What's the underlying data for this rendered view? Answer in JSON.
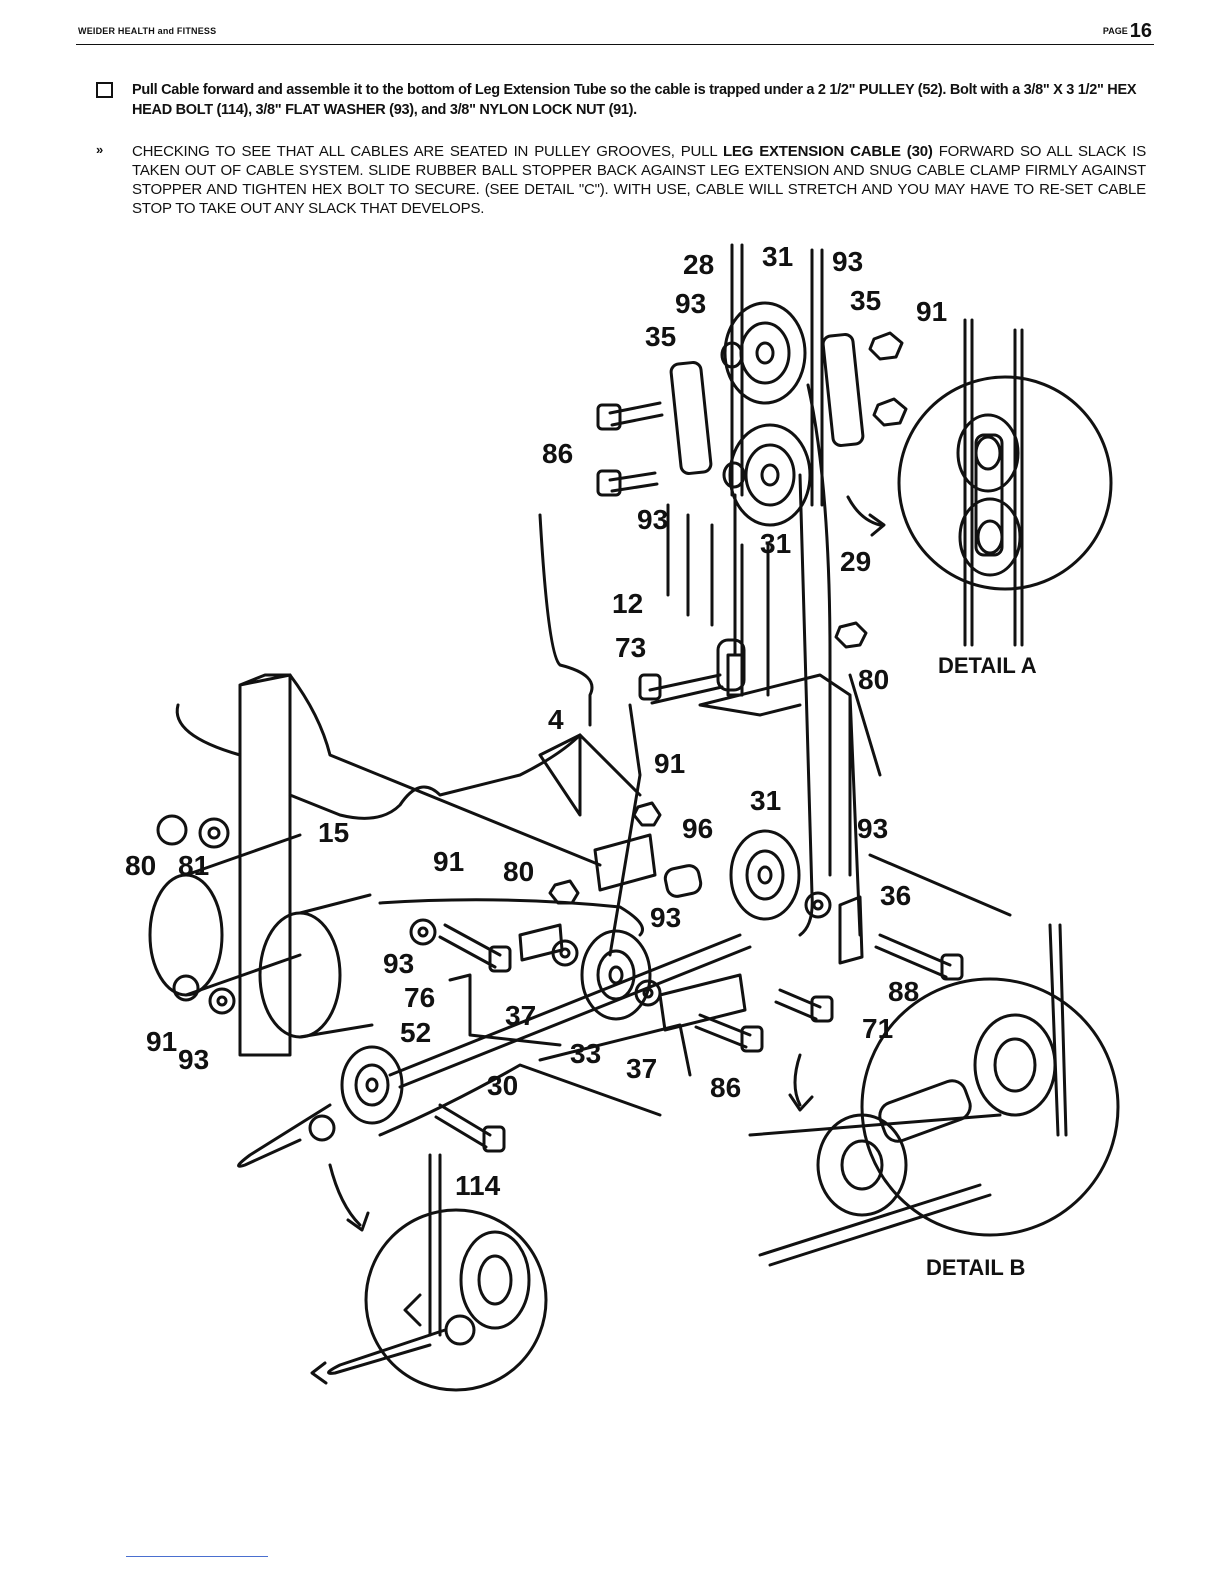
{
  "header": {
    "left": "WEIDER HEALTH and FITNESS",
    "page_label": "PAGE",
    "page_number": "16"
  },
  "step": {
    "checkbox_checked": false,
    "text": "Pull Cable forward and assemble it to the bottom of Leg Extension Tube so the cable is trapped under a 2 1/2\" PULLEY (52). Bolt with a 3/8\" X 3 1/2\" HEX HEAD BOLT (114), 3/8\" FLAT WASHER (93), and 3/8\" NYLON LOCK NUT (91)."
  },
  "note": {
    "bullet": "»",
    "text_1": "CHECKING TO SEE THAT ALL CABLES ARE SEATED IN PULLEY GROOVES, PULL ",
    "text_bold": "LEG EXTENSION CABLE (30)",
    "text_2": " FORWARD SO ALL SLACK IS TAKEN OUT OF CABLE SYSTEM. SLIDE RUBBER BALL STOPPER BACK AGAINST LEG EXTENSION AND SNUG CABLE CLAMP FIRMLY AGAINST STOPPER AND TIGHTEN HEX BOLT TO SECURE. (SEE DETAIL \"C\"). WITH USE, CABLE WILL STRETCH AND YOU MAY HAVE TO RE-SET CABLE STOP TO TAKE OUT ANY SLACK THAT DEVELOPS."
  },
  "diagram": {
    "callouts": {
      "p28": "28",
      "p31_top": "31",
      "p93_top": "93",
      "p93_a": "93",
      "p35_right": "35",
      "p91_top": "91",
      "p35_left": "35",
      "p86_top": "86",
      "p93_b": "93",
      "p31_mid": "31",
      "p29": "29",
      "p12": "12",
      "p73": "73",
      "p80_mid": "80",
      "p4": "4",
      "p91_mid": "91",
      "p31_low": "31",
      "p96": "96",
      "p93_c": "93",
      "p15": "15",
      "p80_left": "80",
      "p81": "81",
      "p91_left": "91",
      "p80_b": "80",
      "p93_d": "93",
      "p36": "36",
      "p93_e": "93",
      "p76": "76",
      "p88": "88",
      "p37_a": "37",
      "p71": "71",
      "p91_low": "91",
      "p93_low": "93",
      "p52": "52",
      "p33": "33",
      "p37_b": "37",
      "p86_low": "86",
      "p30": "30",
      "p114": "114"
    },
    "detail_a": "DETAIL A",
    "detail_b": "DETAIL B"
  }
}
